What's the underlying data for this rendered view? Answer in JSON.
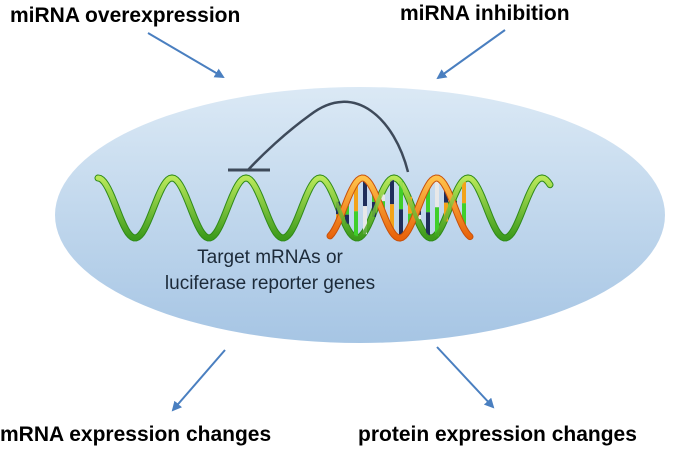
{
  "labels": {
    "top_left": "miRNA overexpression",
    "top_right": "miRNA inhibition",
    "bottom_left": "mRNA expression changes",
    "bottom_right": "protein expression changes"
  },
  "ellipse_text": {
    "line1": "Target mRNAs or",
    "line2": "luciferase reporter genes"
  },
  "colors": {
    "ellipse_fill_top": "#d6e6f4",
    "ellipse_fill_bottom": "#a9c8e6",
    "arrow": "#4a7fc0",
    "inhibition_line": "#3e4a5a",
    "strand_green": "#5fbf2a",
    "strand_orange": "#f08a12"
  },
  "icons": [
    "arrow-in-icon",
    "arrow-out-icon",
    "inhibition-arc-icon",
    "rna-helix-icon",
    "dna-double-helix-icon"
  ]
}
